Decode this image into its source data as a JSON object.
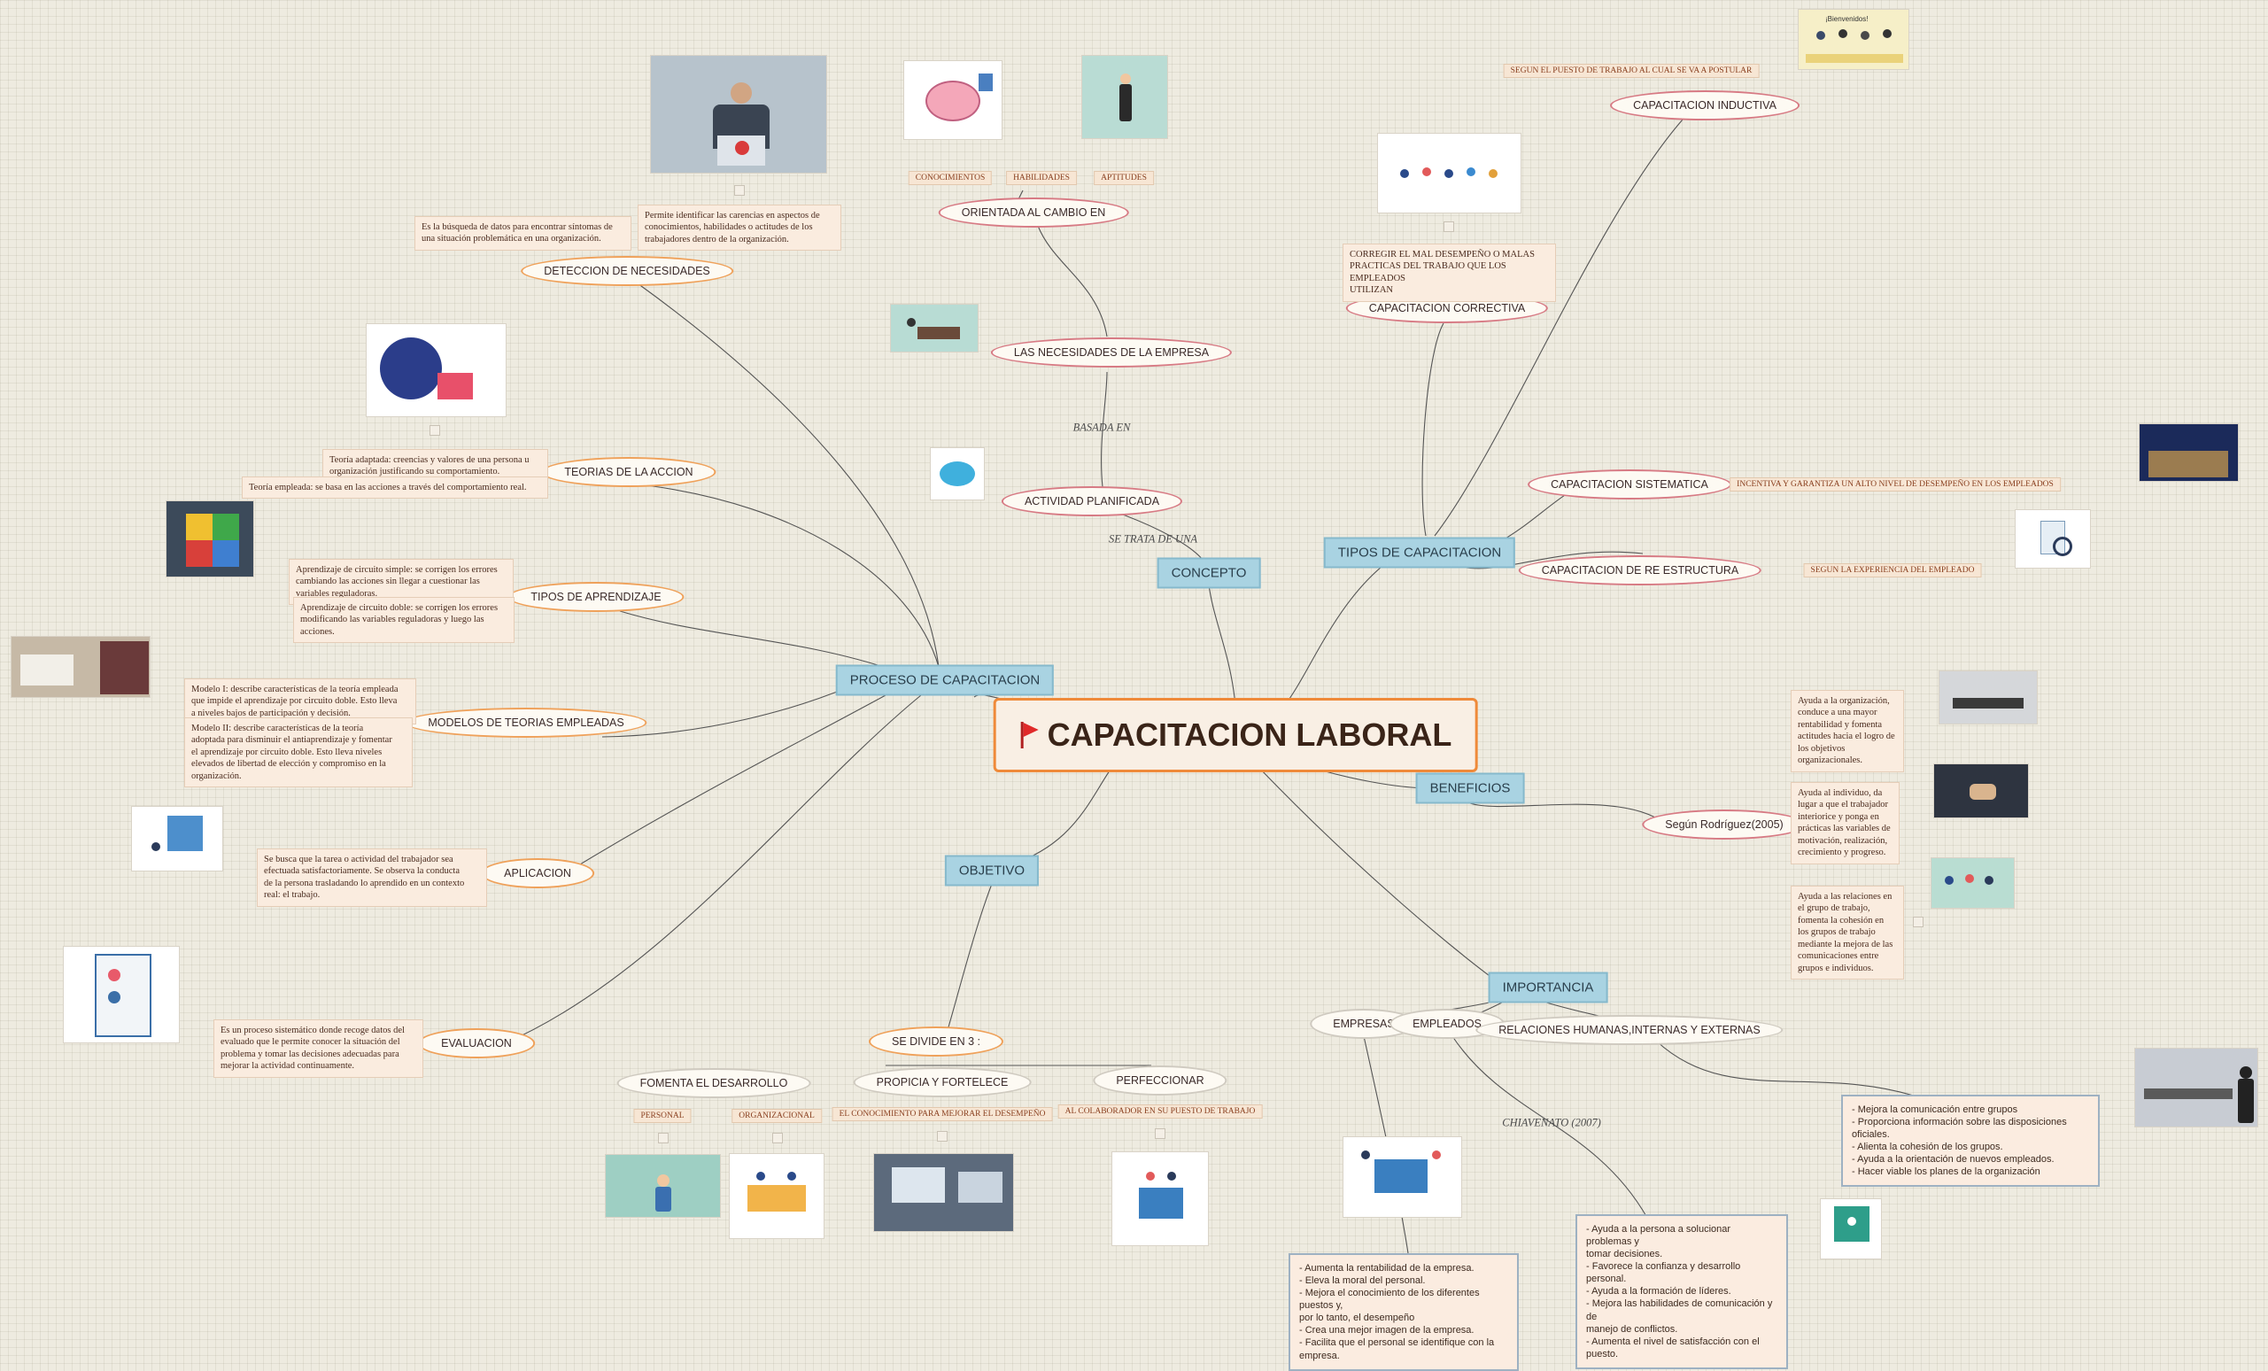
{
  "root": {
    "title": "CAPACITACION LABORAL"
  },
  "topics": {
    "concepto": "CONCEPTO",
    "proceso": "PROCESO DE CAPACITACION",
    "objetivo": "OBJETIVO",
    "tipos": "TIPOS DE CAPACITACION",
    "beneficios": "BENEFICIOS",
    "importancia": "IMPORTANCIA"
  },
  "concepto": {
    "se_trata": "SE TRATA DE UNA",
    "actividad": "ACTIVIDAD PLANIFICADA",
    "basada": "BASADA EN",
    "necesidades": "LAS NECESIDADES DE LA EMPRESA",
    "orientada": "ORIENTADA AL CAMBIO EN",
    "tags": [
      "CONOCIMIENTOS",
      "HABILIDADES",
      "APTITUDES"
    ]
  },
  "proceso": {
    "deteccion": "DETECCION DE NECESIDADES",
    "deteccion_notes": [
      "Es la búsqueda de datos para encontrar síntomas de\nuna situación problemática en una organización.",
      "Permite identificar las carencias en aspectos de\nconocimientos, habilidades o actitudes de los\ntrabajadores dentro de la organización."
    ],
    "teorias": "TEORIAS DE LA ACCION",
    "teorias_notes": [
      "Teoría adaptada: creencias y valores de una persona u\norganización justificando su comportamiento.",
      "Teoría empleada: se basa en las acciones a través del comportamiento real."
    ],
    "aprendizaje": "TIPOS DE APRENDIZAJE",
    "aprendizaje_notes": [
      "Aprendizaje de circuito simple: se corrigen los errores\ncambiando las acciones sin llegar a cuestionar las\nvariables reguladoras.",
      "Aprendizaje de circuito doble: se corrigen los errores\nmodificando las variables reguladoras y luego las\nacciones."
    ],
    "modelos": "MODELOS DE TEORIAS EMPLEADAS",
    "modelos_notes": [
      "Modelo I: describe características de la teoría empleada\nque impide el aprendizaje por circuito doble. Esto lleva\na niveles bajos de participación y decisión.",
      "Modelo II: describe características de la teoría\nadoptada para disminuir el antiaprendizaje y fomentar\nel aprendizaje por circuito doble. Esto lleva niveles\nelevados de libertad de elección y compromiso en la\norganización."
    ],
    "aplicacion": "APLICACION",
    "aplicacion_note": "Se busca que la tarea o actividad del trabajador sea\nefectuada satisfactoriamente. Se observa la conducta\nde la persona trasladando lo aprendido en un contexto\nreal: el trabajo.",
    "evaluacion": "EVALUACION",
    "evaluacion_note": "Es un proceso sistemático donde recoge datos del\nevaluado que le permite conocer la situación del\nproblema y tomar las decisiones adecuadas para\nmejorar la actividad continuamente."
  },
  "objetivo": {
    "divide": "SE DIVIDE EN 3 :",
    "fomenta": "FOMENTA EL DESARROLLO",
    "fomenta_tags": [
      "PERSONAL",
      "ORGANIZACIONAL"
    ],
    "propicia": "PROPICIA  Y FORTELECE",
    "propicia_tag": "EL CONOCIMIENTO PARA MEJORAR EL DESEMPEÑO",
    "perfeccionar": "PERFECCIONAR",
    "perfeccionar_tag": "AL COLABORADOR EN SU PUESTO DE TRABAJO"
  },
  "tipos": {
    "inductiva": "CAPACITACION INDUCTIVA",
    "inductiva_note": "SEGUN EL PUESTO DE TRABAJO  AL CUAL SE VA A POSTULAR",
    "correctiva": "CAPACITACION CORRECTIVA",
    "correctiva_note": "CORREGIR EL MAL DESEMPEÑO O MALAS\nPRACTICAS DEL TRABAJO QUE LOS EMPLEADOS\nUTILIZAN",
    "sistematica": "CAPACITACION SISTEMATICA",
    "sistematica_note": "INCENTIVA Y GARANTIZA UN ALTO NIVEL DE DESEMPEÑO EN LOS EMPLEADOS",
    "reestructura": "CAPACITACION DE RE ESTRUCTURA",
    "reestructura_note": "SEGUN LA EXPERIENCIA DEL EMPLEADO",
    "img_badge": "¡Bienvenidos!"
  },
  "beneficios": {
    "segun": "Según Rodríguez(2005)",
    "notes": [
      "Ayuda a la organización,\nconduce a una mayor\nrentabilidad y fomenta\nactitudes hacia el logro de\nlos objetivos\norganizacionales.",
      "Ayuda al individuo, da\nlugar a que el trabajador\ninteriorice y ponga en\nprácticas las variables de\nmotivación, realización,\ncrecimiento y progreso.",
      "Ayuda a las relaciones en\nel grupo de trabajo,\nfomenta la cohesión en\nlos grupos de trabajo\nmediante la mejora de las\ncomunicaciones entre\ngrupos e individuos."
    ]
  },
  "importancia": {
    "empresas": "EMPRESAS",
    "empleados": "EMPLEADOS",
    "relaciones": "RELACIONES HUMANAS,INTERNAS Y EXTERNAS",
    "chiavenato": "CHIAVENATO (2007)",
    "empresas_box": "- Aumenta la rentabilidad de la empresa.\n- Eleva la moral del personal.\n- Mejora el conocimiento de los diferentes puestos y,\npor lo tanto, el desempeño\n- Crea una mejor imagen de la empresa.\n- Facilita que el personal se identifique con la\nempresa.",
    "empleados_box": "- Ayuda a la persona a solucionar problemas y\ntomar decisiones.\n- Favorece la confianza y desarrollo personal.\n- Ayuda a la formación de líderes.\n- Mejora las habilidades de comunicación y de\nmanejo de conflictos.\n- Aumenta el nivel de satisfacción con el puesto.",
    "relaciones_box": "- Mejora la comunicación entre grupos\n- Proporciona información sobre las disposiciones oficiales.\n- Alienta la cohesión de los grupos.\n- Ayuda a la orientación de nuevos empleados.\n- Hacer viable los planes de la organización"
  }
}
